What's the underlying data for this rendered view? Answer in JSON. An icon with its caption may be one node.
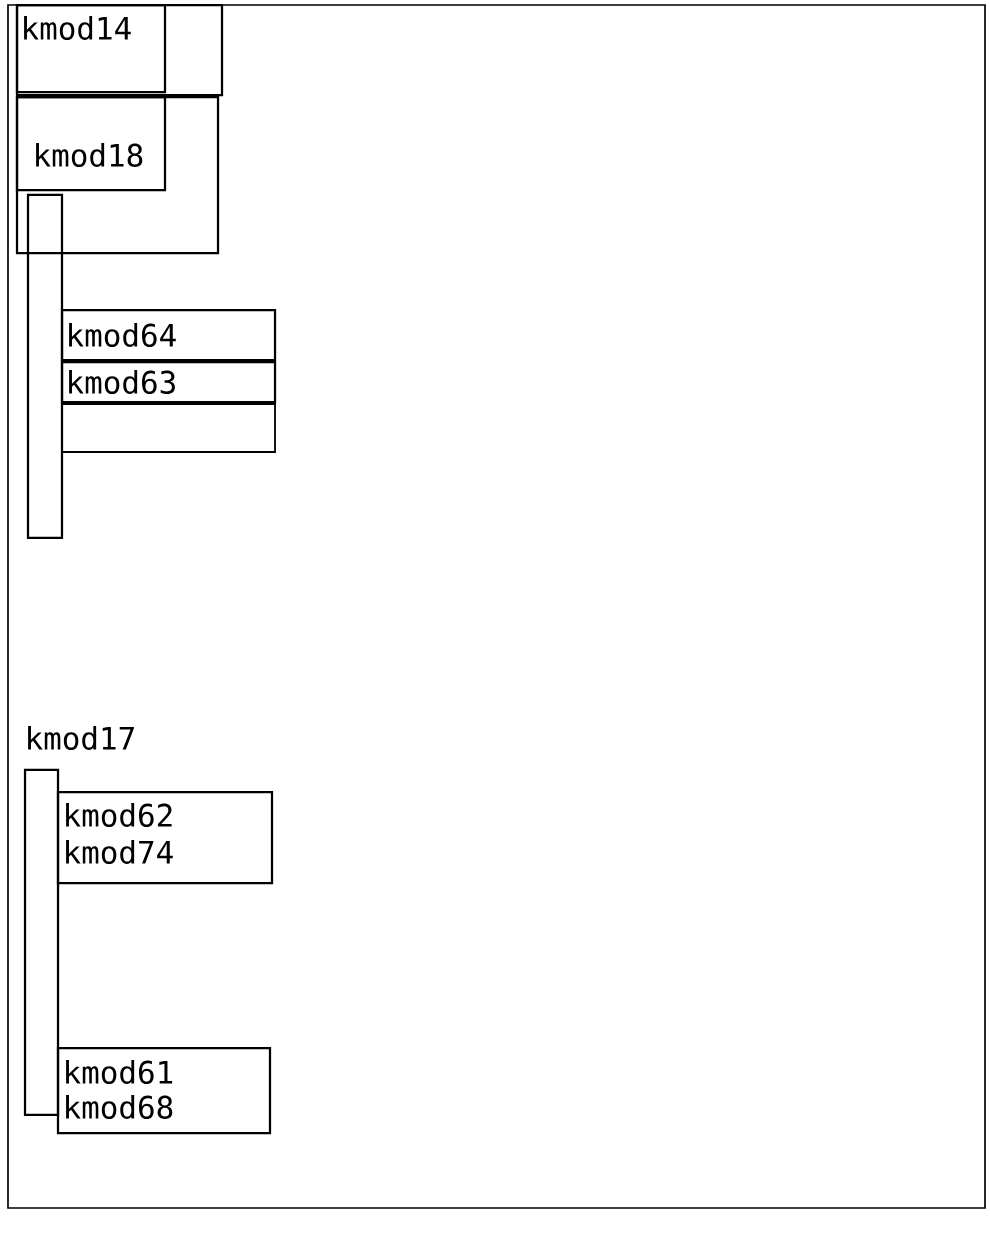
{
  "diagram": {
    "nodes": [
      {
        "text": [
          "kmod14"
        ]
      },
      {
        "text": [
          "kmod18"
        ]
      },
      {
        "text": [],
        "shape": "bar"
      },
      {
        "text": [
          "kmod64"
        ]
      },
      {
        "text": [
          "kmod63"
        ]
      },
      {
        "text": [],
        "shape": "box"
      },
      {
        "text": [
          "kmod17"
        ]
      },
      {
        "text": [],
        "shape": "bar"
      },
      {
        "text": [
          "kmod62",
          "kmod74"
        ]
      },
      {
        "text": [
          "kmod61",
          "kmod68"
        ]
      }
    ]
  }
}
